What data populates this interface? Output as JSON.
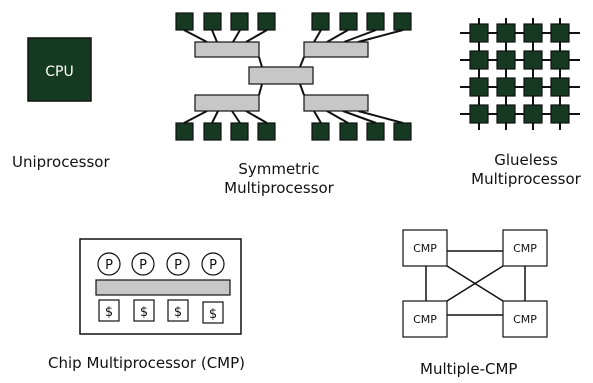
{
  "colors": {
    "chip_fill": "#153a21",
    "interconnect_fill": "#c7c7c7",
    "outline": "#111111",
    "wire": "#111111",
    "background": "#ffffff"
  },
  "uniprocessor": {
    "cpu_label": "CPU",
    "caption": "Uniprocessor"
  },
  "smp": {
    "caption_line1": "Symmetric",
    "caption_line2": "Multiprocessor"
  },
  "glueless": {
    "caption_line1": "Glueless",
    "caption_line2": "Multiprocessor"
  },
  "cmp": {
    "processor_labels": [
      "P",
      "P",
      "P",
      "P"
    ],
    "cache_labels": [
      "$",
      "$",
      "$",
      "$"
    ],
    "caption": "Chip Multiprocessor (CMP)"
  },
  "multi_cmp": {
    "node_labels": [
      "CMP",
      "CMP",
      "CMP",
      "CMP"
    ],
    "caption": "Multiple-CMP"
  }
}
